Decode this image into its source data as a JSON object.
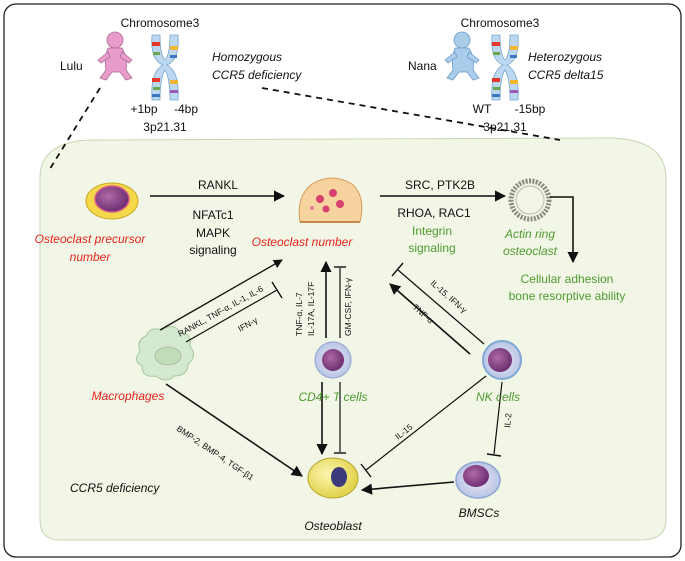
{
  "top": {
    "lulu": {
      "name": "Lulu",
      "chromosome": "Chromosome3",
      "allele_left": "+1bp",
      "allele_right": "-4bp",
      "locus": "3p21.31",
      "note_line1": "Homozygous",
      "note_line2": "CCR5 deficiency"
    },
    "nana": {
      "name": "Nana",
      "chromosome": "Chromosome3",
      "allele_left": "WT",
      "allele_right": "-15bp",
      "locus": "3p21.31",
      "note_line1": "Heterozygous",
      "note_line2": "CCR5 delta15"
    }
  },
  "nodes": {
    "precursor_line1": "Osteoclast precursor",
    "precursor_line2": "number",
    "osteoclast": "Osteoclast number",
    "actin_line1": "Actin ring",
    "actin_line2": "osteoclast",
    "adhesion_line1": "Cellular adhesion",
    "adhesion_line2": "bone resorptive ability",
    "macrophages": "Macrophages",
    "cd4": "CD4+ T cells",
    "nk": "NK cells",
    "osteoblast": "Osteoblast",
    "bmscs": "BMSCs",
    "ccr5": "CCR5 deficiency"
  },
  "labels": {
    "rankl": "RANKL",
    "nfatc1": "NFATc1",
    "mapk_line1": "MAPK",
    "mapk_line2": "signaling",
    "src": "SRC, PTK2B",
    "rhoa": "RHOA, RAC1",
    "integrin_line1": "Integrin",
    "integrin_line2": "signaling",
    "mac_up": "RANKL, TNF-α, IL-1, IL-6",
    "mac_ifn": "IFN-γ",
    "cd4_line1": "TNF-α, IL-7",
    "cd4_line2": "IL-17A, IL-17F",
    "cd4_inhib": "GM-CSF, IFN-γ",
    "nk_inhib": "IL-15, IFN-γ",
    "nk_tnf": "TNF-α",
    "mac_bmp": "BMP-2, BMP-4, TGF-β1",
    "nk_il15": "IL-15",
    "nk_il2": "IL-2"
  },
  "colors": {
    "background_panel": "#f1f6e6",
    "red_text": "#e5231c",
    "green_text": "#4f9a2e",
    "baby_lulu": "#e89ccc",
    "baby_nana": "#a9cdeb"
  }
}
